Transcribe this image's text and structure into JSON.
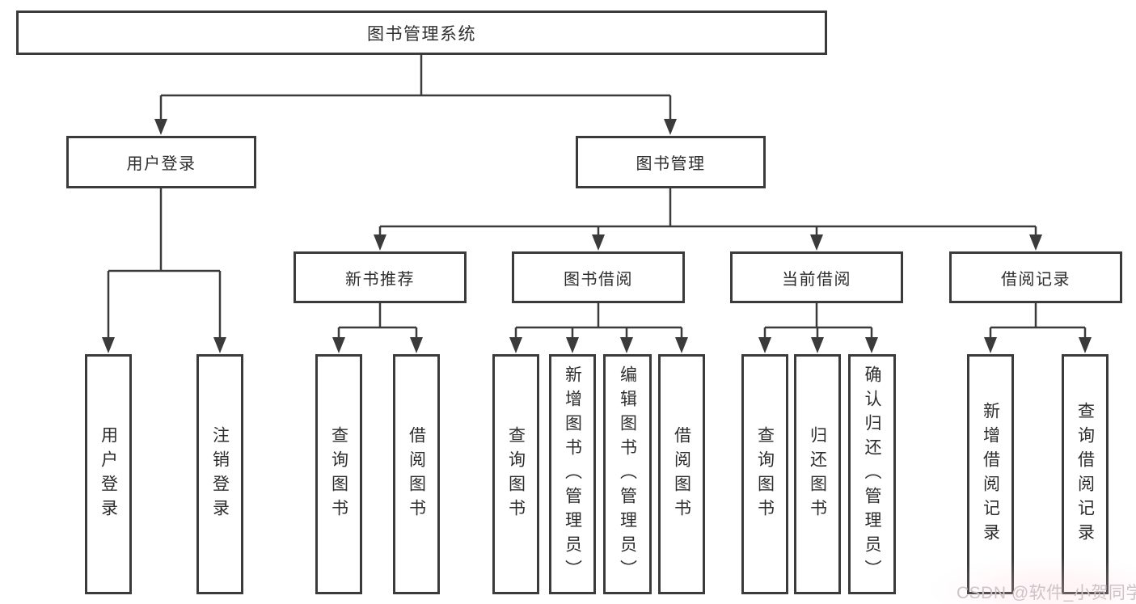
{
  "tree": {
    "label": "图书管理系统",
    "children": [
      {
        "label": "用户登录",
        "children": [
          {
            "label": "用户登录"
          },
          {
            "label": "注销登录"
          }
        ]
      },
      {
        "label": "图书管理",
        "children": [
          {
            "label": "新书推荐",
            "children": [
              {
                "label": "查询图书"
              },
              {
                "label": "借阅图书"
              }
            ]
          },
          {
            "label": "图书借阅",
            "children": [
              {
                "label": "查询图书"
              },
              {
                "label": "新增图书（管理员）"
              },
              {
                "label": "编辑图书（管理员）"
              },
              {
                "label": "借阅图书"
              }
            ]
          },
          {
            "label": "当前借阅",
            "children": [
              {
                "label": "查询图书"
              },
              {
                "label": "归还图书"
              },
              {
                "label": "确认归还（管理员）"
              }
            ]
          },
          {
            "label": "借阅记录",
            "children": [
              {
                "label": "新增借阅记录"
              },
              {
                "label": "查询借阅记录"
              }
            ]
          }
        ]
      }
    ]
  },
  "watermark": {
    "text": "CSDN @软件_小贺同学"
  },
  "colors": {
    "line": "#3b3b3b",
    "border": "#3b3b3b",
    "text": "#2d2d2d",
    "background": "#ffffff",
    "watermark": "#cdc3c9"
  }
}
